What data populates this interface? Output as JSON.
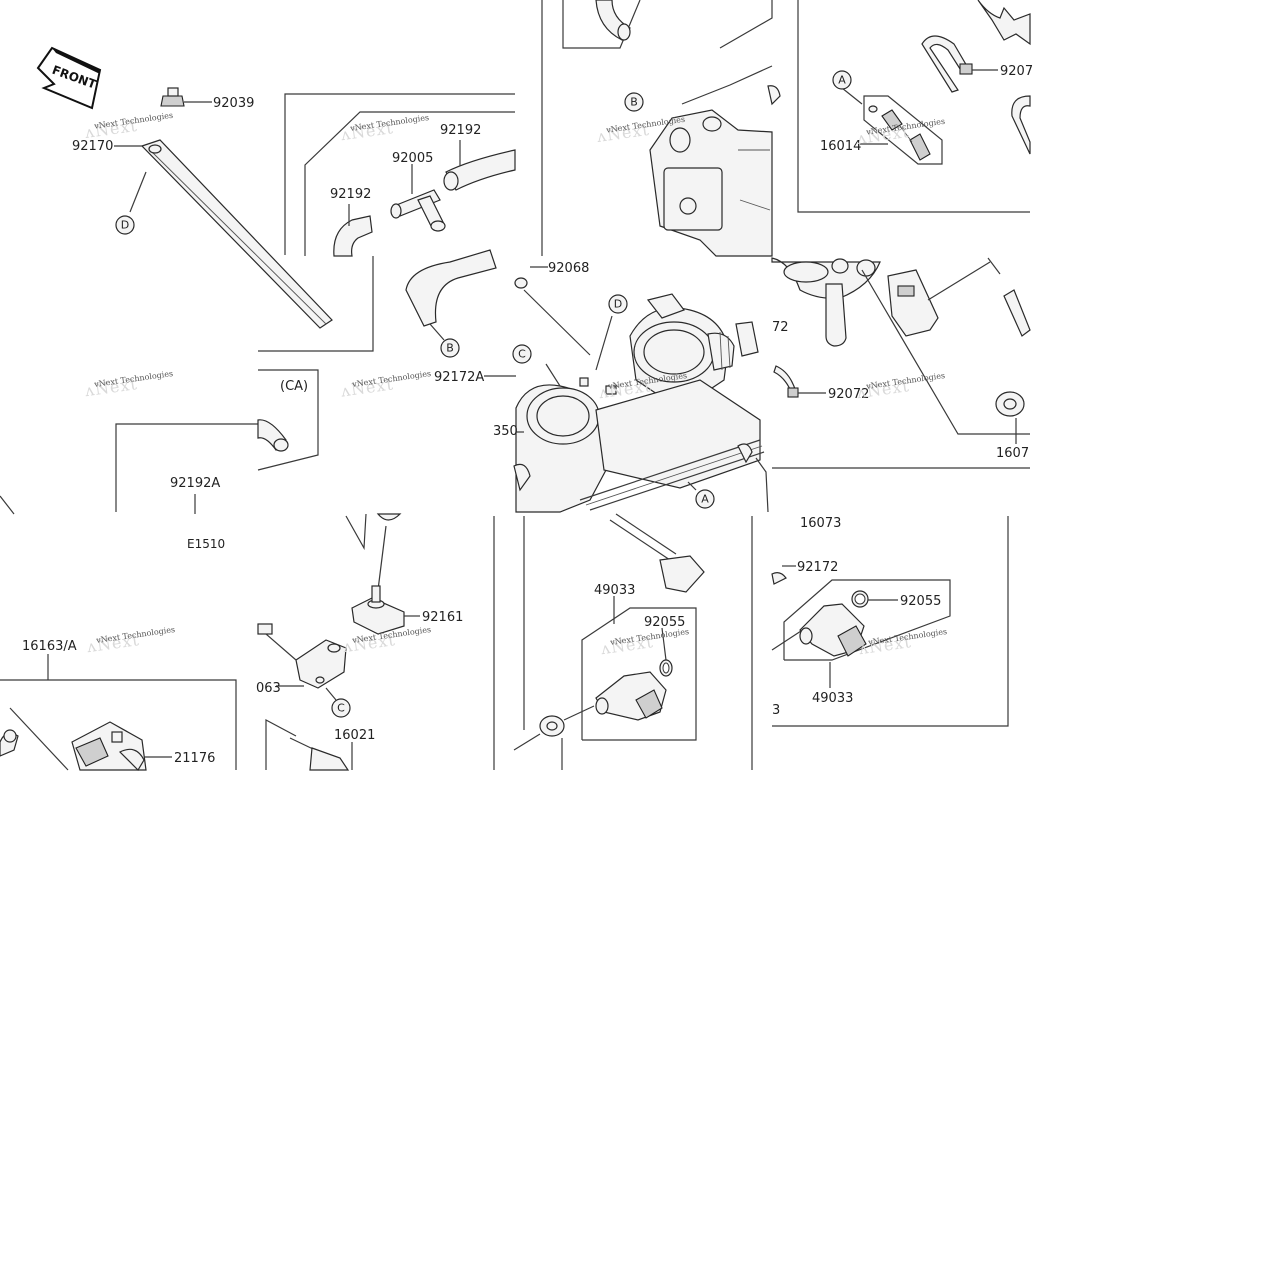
{
  "labels": {
    "p92039": "92039",
    "p92170": "92170",
    "p92192_a": "92192",
    "p92005": "92005",
    "p92192_b": "92192",
    "p92068": "92068",
    "p92172A": "92172A",
    "p92192A": "92192A",
    "pE1510": "E1510",
    "pCA": "(CA)",
    "p16014": "16014",
    "p92072_a": "9207",
    "p92072_b": "72",
    "p92072_c": "92072",
    "p16073_a": "1607",
    "p16073_b": "16073",
    "p92172": "92172",
    "p92055_a": "92055",
    "p92055_b": "92055",
    "p49033_a": "49033",
    "p49033_b": "49033",
    "p16163": "16163/A",
    "p21176": "21176",
    "p92161": "92161",
    "p063": "063",
    "p16021": "16021",
    "p3": "3",
    "p350": "350"
  },
  "callouts": {
    "A": "A",
    "B": "B",
    "C": "C",
    "D": "D"
  },
  "front_text": "FRONT",
  "watermark": "vNext Technologies"
}
